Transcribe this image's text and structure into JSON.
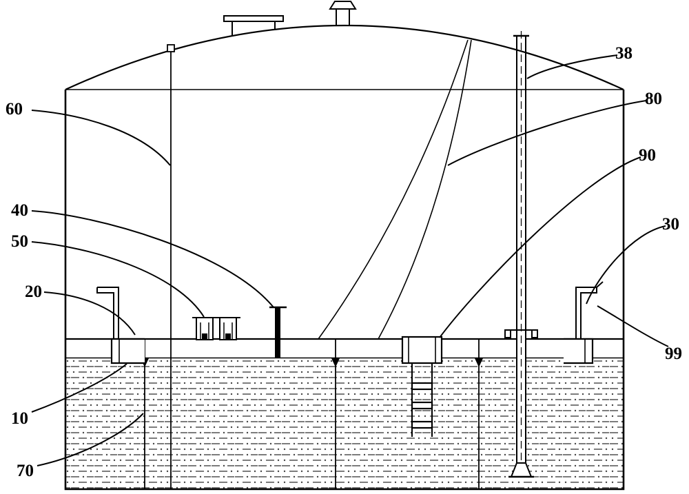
{
  "figure": {
    "background_color": "#ffffff",
    "line_color": "#000000",
    "labels": {
      "l10": "10",
      "l20": "20",
      "l30": "30",
      "l38": "38",
      "l40": "40",
      "l50": "50",
      "l60": "60",
      "l70": "70",
      "l80": "80",
      "l90": "90",
      "l99": "99"
    }
  }
}
